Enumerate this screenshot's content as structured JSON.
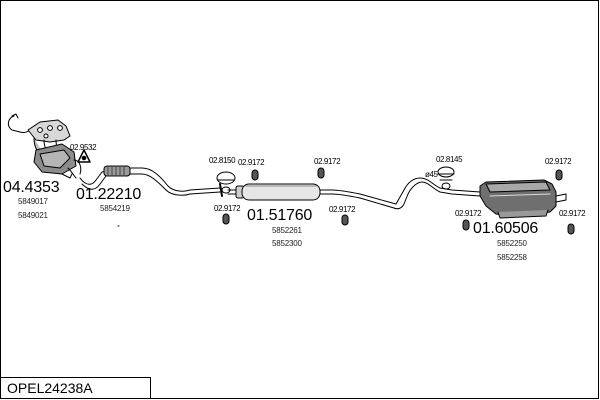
{
  "parts": [
    {
      "code": "04.4353",
      "refs": [
        "5849017",
        "5849021"
      ],
      "name": "catalytic-converter-manifold"
    },
    {
      "code": "01.22210",
      "refs": [
        "5854219"
      ],
      "name": "front-pipe"
    },
    {
      "code": "01.51760",
      "refs": [
        "5852261",
        "5852300"
      ],
      "name": "middle-silencer"
    },
    {
      "code": "01.60506",
      "refs": [
        "5852250",
        "5852258"
      ],
      "name": "rear-silencer"
    }
  ],
  "accessories": [
    {
      "code": "02.9532",
      "name": "gasket"
    },
    {
      "code": "02.8150",
      "name": "clamp-1"
    },
    {
      "code": "02.9172",
      "name": "hanger-1"
    },
    {
      "code": "02.9172",
      "name": "hanger-2"
    },
    {
      "code": "02.9172",
      "name": "hanger-3"
    },
    {
      "code": "02.9172",
      "name": "hanger-4"
    },
    {
      "code": "02.8145",
      "name": "clamp-2"
    },
    {
      "code": "02.9172",
      "name": "hanger-5"
    },
    {
      "code": "02.9172",
      "name": "hanger-6"
    },
    {
      "code": "02.9172",
      "name": "hanger-7"
    }
  ],
  "clamp_size": "ø45",
  "model": "OPEL24238A"
}
